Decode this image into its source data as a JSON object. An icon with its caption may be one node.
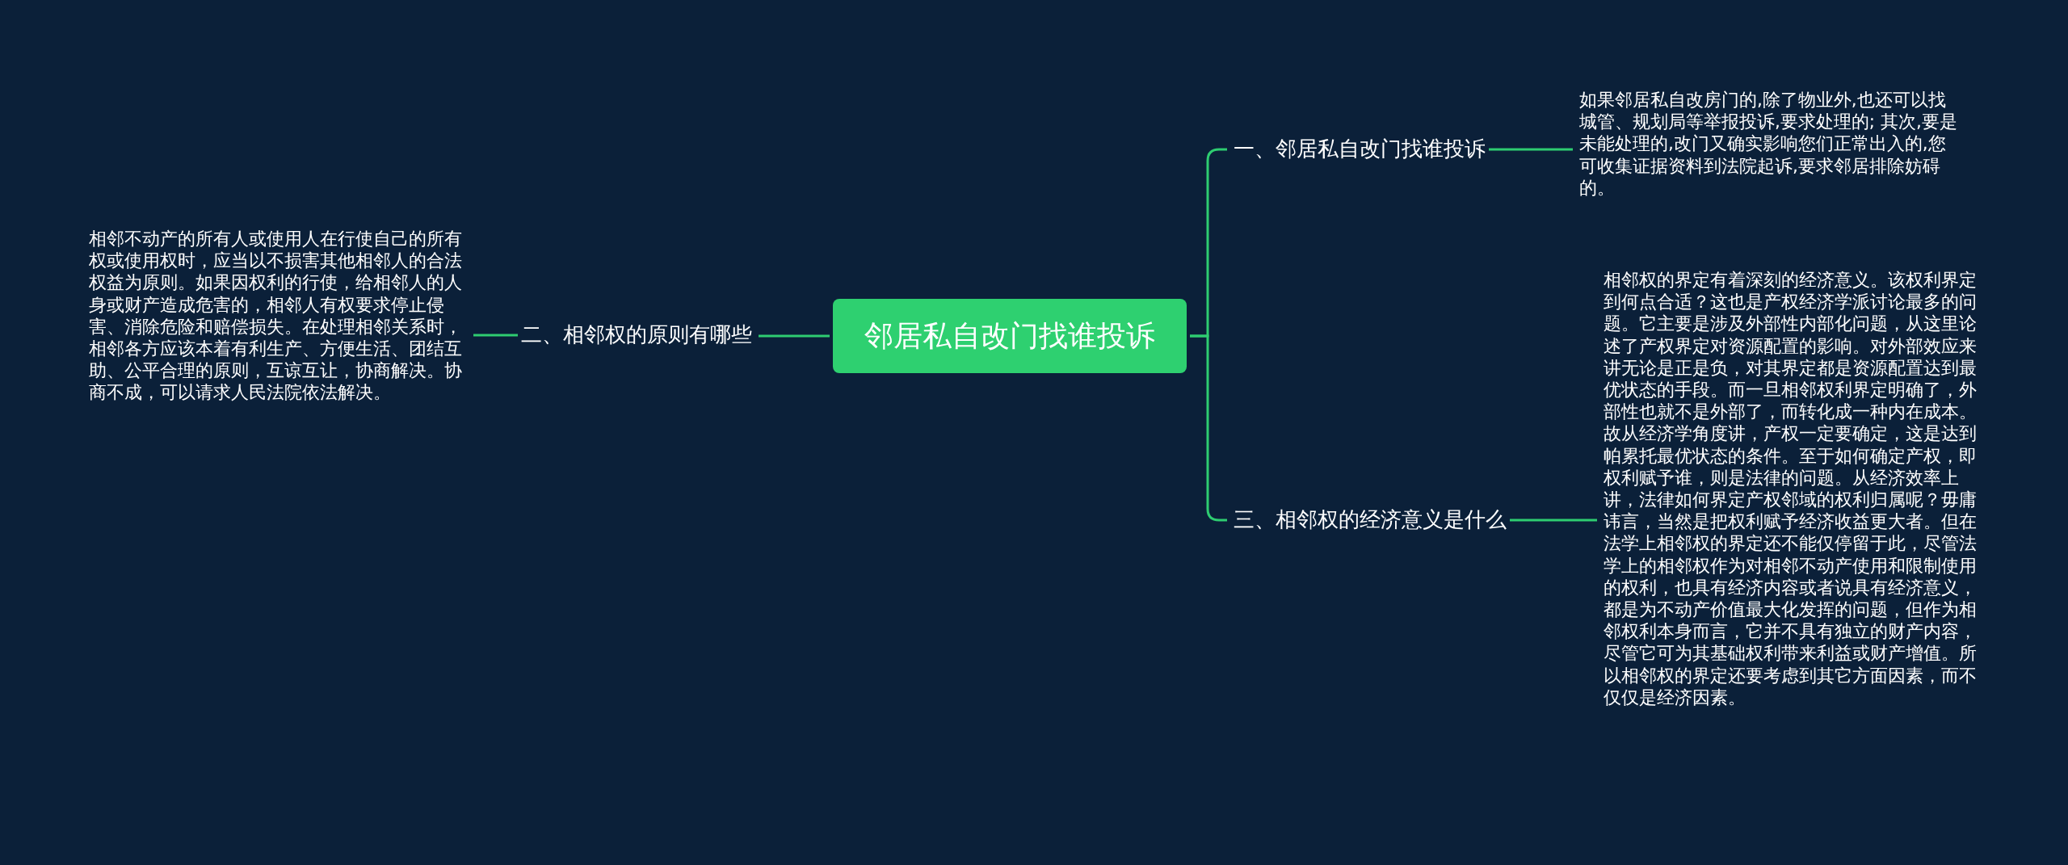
{
  "diagram": {
    "nodes": [
      {
        "text": [
          "邻居私自改门找谁投诉"
        ]
      },
      {
        "text": [
          "一、邻居私自改门找谁投诉"
        ]
      },
      {
        "text": [
          "如果邻居私自改房门的,除了物业外,也还可以找城管、规划局等举报投诉,要求处理的; 其次,要是未能处理的,改门又确实影响您们正常出入的,您可收集证据资料到法院起诉,要求邻居排除妨碍的。"
        ]
      },
      {
        "text": [
          "二、相邻权的原则有哪些"
        ]
      },
      {
        "text": [
          "相邻不动产的所有人或使用人在行使自己的所有权或使用权时，应当以不损害其他相邻人的合法权益为原则。如果因权利的行使，给相邻人的人身或财产造成危害的，相邻人有权要求停止侵害、消除危险和赔偿损失。在处理相邻关系时，相邻各方应该本着有利生产、方便生活、团结互助、公平合理的原则，互谅互让，协商解决。协商不成，可以请求人民法院依法解决。"
        ]
      },
      {
        "text": [
          "三、相邻权的经济意义是什么"
        ]
      },
      {
        "text": [
          "相邻权的界定有着深刻的经济意义。该权利界定到何点合适？这也是产权经济学派讨论最多的问题。它主要是涉及外部性内部化问题，从这里论述了产权界定对资源配置的影响。对外部效应来讲无论是正是负，对其界定都是资源配置达到最优状态的手段。而一旦相邻权利界定明确了，外部性也就不是外部了，而转化成一种内在成本。故从经济学角度讲，产权一定要确定，这是达到帕累托最优状态的条件。至于如何确定产权，即权利赋予谁，则是法律的问题。从经济效率上讲，法律如何界定产权邻域的权利归属呢？毋庸讳言，当然是把权利赋予经济收益更大者。但在法学上相邻权的界定还不能仅停留于此，尽管法学上的相邻权作为对相邻不动产使用和限制使用的权利，也具有经济内容或者说具有经济意义，都是为不动产价值最大化发挥的问题，但作为相邻权利本身而言，它并不具有独立的财产内容，尽管它可为其基础权利带来利益或财产增值。所以相邻权的界定还要考虑到其它方面因素，而不仅仅是经济因素。"
        ]
      }
    ],
    "edges": [
      {
        "from": 0,
        "to": 1,
        "arrow": "none"
      },
      {
        "from": 1,
        "to": 2,
        "arrow": "none"
      },
      {
        "from": 0,
        "to": 3,
        "arrow": "none"
      },
      {
        "from": 3,
        "to": 4,
        "arrow": "none"
      },
      {
        "from": 0,
        "to": 5,
        "arrow": "none"
      },
      {
        "from": 5,
        "to": 6,
        "arrow": "none"
      }
    ]
  }
}
